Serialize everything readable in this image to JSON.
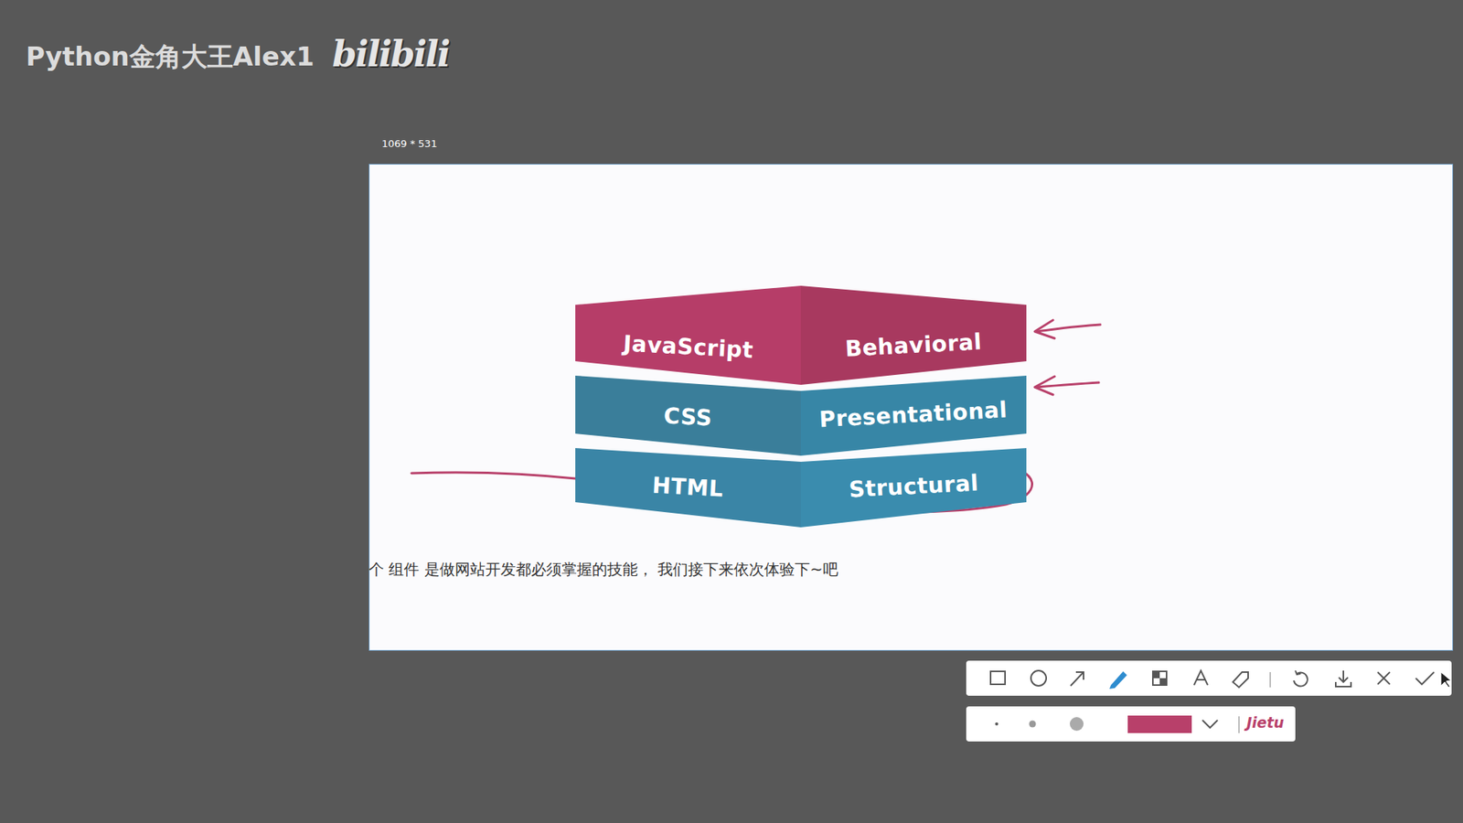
{
  "diagram": {
    "nodes": [
      {
        "text": [
          "JavaScript",
          "Behavioral"
        ]
      },
      {
        "text": [
          "CSS",
          "Presentational"
        ]
      },
      {
        "text": [
          "HTML",
          "Structural"
        ]
      }
    ],
    "labels": [
      "Python金角大王Alex1",
      "bilibili",
      "1069 * 531",
      "个 组件 是做网站开发都必须掌握的技能， 我们接下来依次体验下~吧",
      "Jietu"
    ]
  }
}
